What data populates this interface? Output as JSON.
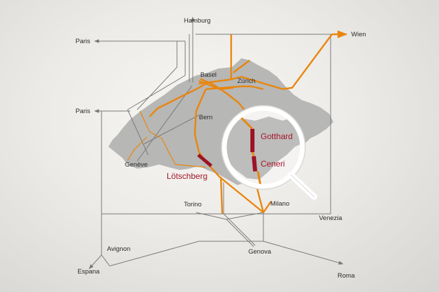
{
  "colors": {
    "orange_route": "#e8860f",
    "tunnel_red": "#9b1425",
    "grey_line": "#777777",
    "country_fill": "#b7b7b5",
    "label_red": "#a3142c"
  },
  "cities": {
    "hamburg": "Hamburg",
    "paris_top": "Paris",
    "wien": "Wien",
    "paris_mid": "Paris",
    "basel": "Basel",
    "zurich": "Zürich",
    "bern": "Bern",
    "geneve": "Genève",
    "torino": "Torino",
    "milano": "Milano",
    "venezia": "Venezia",
    "avignon": "Avignon",
    "espana": "Espana",
    "genova": "Genova",
    "roma": "Roma"
  },
  "tunnels": {
    "gotthard": "Gotthard",
    "ceneri": "Ceneri",
    "lotschberg": "Lötschberg"
  },
  "icons": {
    "magnifier": "magnifier-icon"
  }
}
